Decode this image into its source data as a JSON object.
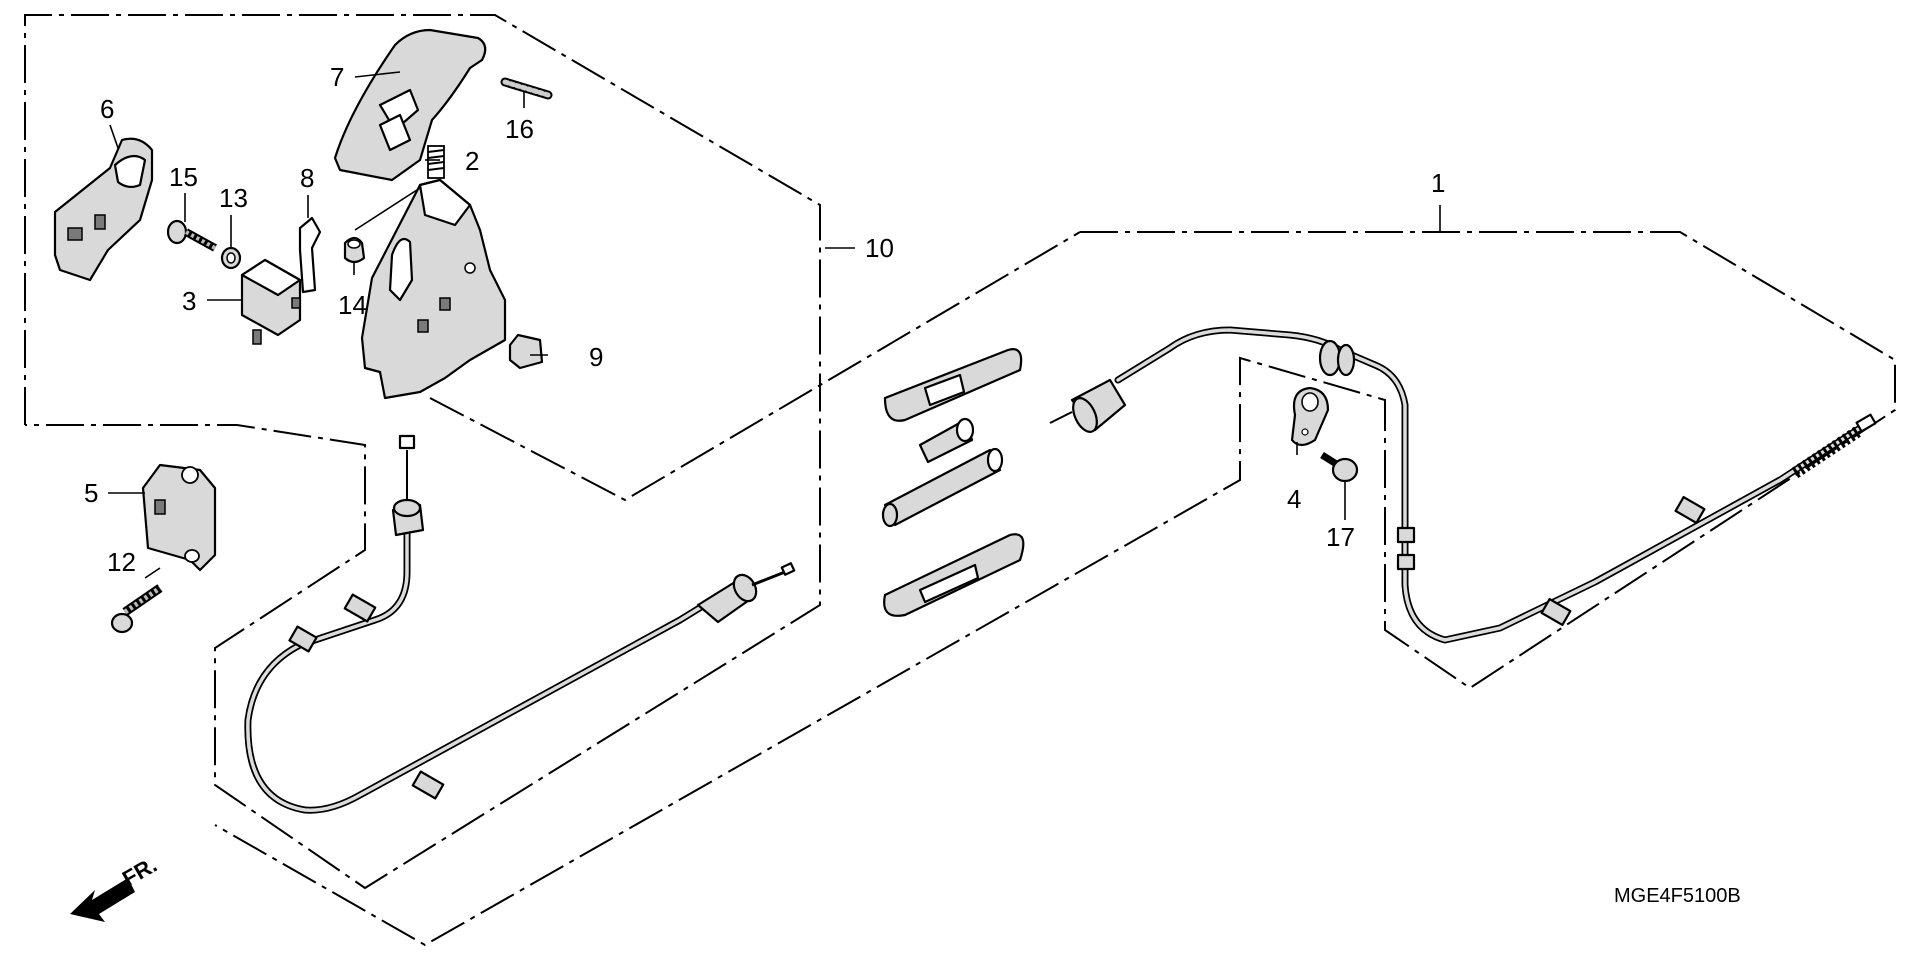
{
  "diagram": {
    "drawing_code": "MGE4F5100B",
    "front_marker": "FR.",
    "callouts": [
      {
        "id": "1",
        "label": "1"
      },
      {
        "id": "2",
        "label": "2"
      },
      {
        "id": "3",
        "label": "3"
      },
      {
        "id": "4",
        "label": "4"
      },
      {
        "id": "5",
        "label": "5"
      },
      {
        "id": "6",
        "label": "6"
      },
      {
        "id": "7",
        "label": "7"
      },
      {
        "id": "8",
        "label": "8"
      },
      {
        "id": "9",
        "label": "9"
      },
      {
        "id": "10",
        "label": "10"
      },
      {
        "id": "12",
        "label": "12"
      },
      {
        "id": "13",
        "label": "13"
      },
      {
        "id": "14",
        "label": "14"
      },
      {
        "id": "15",
        "label": "15"
      },
      {
        "id": "16",
        "label": "16"
      },
      {
        "id": "17",
        "label": "17"
      }
    ]
  }
}
